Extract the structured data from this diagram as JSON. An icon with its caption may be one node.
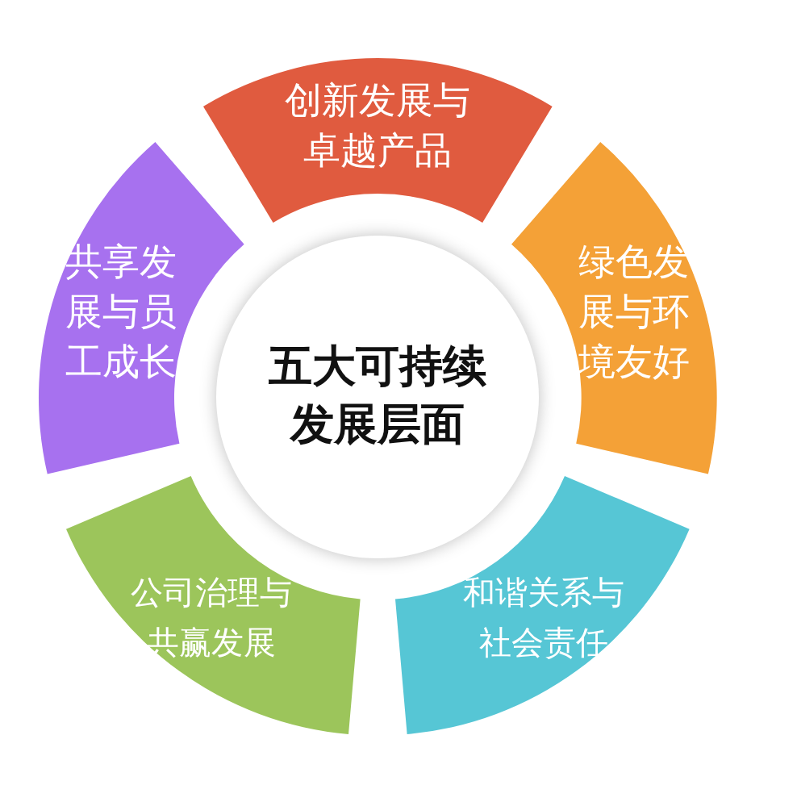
{
  "diagram": {
    "nodes": [
      {
        "text": [
          "五大可持续发展层面"
        ]
      },
      {
        "text": [
          "创新发展与卓越产品"
        ]
      },
      {
        "text": [
          "绿色发展与环境友好"
        ]
      },
      {
        "text": [
          "和谐关系与社会责任"
        ]
      },
      {
        "text": [
          "公司治理与共赢发展"
        ]
      },
      {
        "text": [
          "共享发展与员工成长"
        ]
      }
    ]
  }
}
